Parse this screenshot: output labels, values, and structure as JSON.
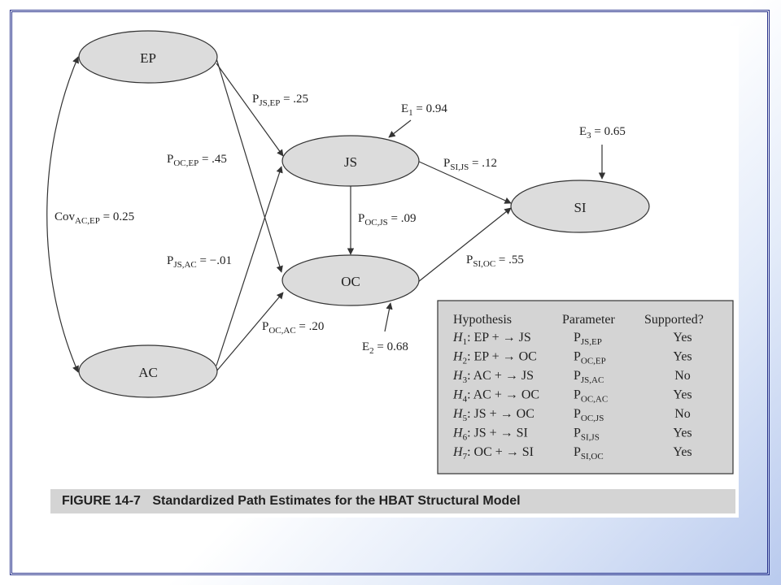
{
  "nodes": {
    "ep": "EP",
    "ac": "AC",
    "js": "JS",
    "oc": "OC",
    "si": "SI"
  },
  "errors": {
    "e1": {
      "label": "E",
      "sub": "1",
      "value": " = 0.94"
    },
    "e2": {
      "label": "E",
      "sub": "2",
      "value": " = 0.68"
    },
    "e3": {
      "label": "E",
      "sub": "3",
      "value": " = 0.65"
    }
  },
  "paths": {
    "js_ep": {
      "label": "P",
      "sub": "JS,EP",
      "value": " = .25"
    },
    "oc_ep": {
      "label": "P",
      "sub": "OC,EP",
      "value": " = .45"
    },
    "js_ac": {
      "label": "P",
      "sub": "JS,AC",
      "value": " = −.01"
    },
    "oc_ac": {
      "label": "P",
      "sub": "OC,AC",
      "value": " = .20"
    },
    "oc_js": {
      "label": "P",
      "sub": "OC,JS",
      "value": " = .09"
    },
    "si_js": {
      "label": "P",
      "sub": "SI,JS",
      "value": " = .12"
    },
    "si_oc": {
      "label": "P",
      "sub": "SI,OC",
      "value": " = .55"
    },
    "cov": {
      "label": "Cov",
      "sub": "AC,EP",
      "value": " = 0.25"
    }
  },
  "table": {
    "headers": [
      "Hypothesis",
      "Parameter",
      "Supported?"
    ],
    "rows": [
      {
        "h": "H",
        "hsub": "1",
        "text": ": EP + → JS",
        "p": "P",
        "psub": "JS,EP",
        "supported": "Yes"
      },
      {
        "h": "H",
        "hsub": "2",
        "text": ": EP + → OC",
        "p": "P",
        "psub": "OC,EP",
        "supported": "Yes"
      },
      {
        "h": "H",
        "hsub": "3",
        "text": ": AC + → JS",
        "p": "P",
        "psub": "JS,AC",
        "supported": "No"
      },
      {
        "h": "H",
        "hsub": "4",
        "text": ": AC + → OC",
        "p": "P",
        "psub": "OC,AC",
        "supported": "Yes"
      },
      {
        "h": "H",
        "hsub": "5",
        "text": ": JS + → OC",
        "p": "P",
        "psub": "OC,JS",
        "supported": "No"
      },
      {
        "h": "H",
        "hsub": "6",
        "text": ": JS + → SI",
        "p": "P",
        "psub": "SI,JS",
        "supported": "Yes"
      },
      {
        "h": "H",
        "hsub": "7",
        "text": ": OC + → SI",
        "p": "P",
        "psub": "SI,OC",
        "supported": "Yes"
      }
    ]
  },
  "caption": {
    "figure": "FIGURE 14-7",
    "title": "Standardized Path Estimates for the HBAT Structural Model"
  },
  "colors": {
    "node_fill": "#dcdcdc",
    "table_fill": "#d4d4d4",
    "frame": "#26308a"
  }
}
